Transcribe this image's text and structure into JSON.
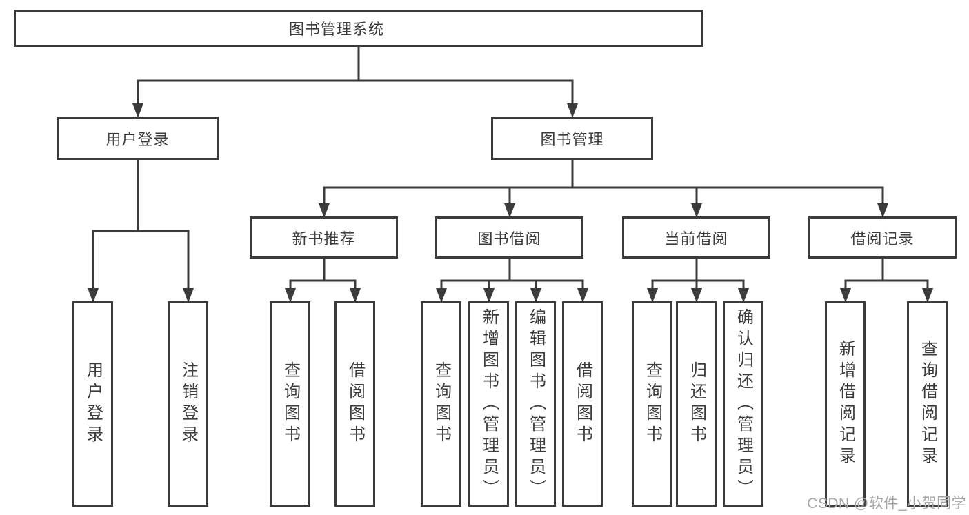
{
  "diagram": {
    "type": "tree",
    "tree": {
      "label": "图书管理系统",
      "children": [
        {
          "label": "用户登录",
          "children": [
            {
              "label": "用户登录"
            },
            {
              "label": "注销登录"
            }
          ]
        },
        {
          "label": "图书管理",
          "children": [
            {
              "label": "新书推荐",
              "children": [
                {
                  "label": "查询图书"
                },
                {
                  "label": "借阅图书"
                }
              ]
            },
            {
              "label": "图书借阅",
              "children": [
                {
                  "label": "查询图书"
                },
                {
                  "label": "新增图书（管理员）"
                },
                {
                  "label": "编辑图书（管理员）"
                },
                {
                  "label": "借阅图书"
                }
              ]
            },
            {
              "label": "当前借阅",
              "children": [
                {
                  "label": "查询图书"
                },
                {
                  "label": "归还图书"
                },
                {
                  "label": "确认归还（管理员）"
                }
              ]
            },
            {
              "label": "借阅记录",
              "children": [
                {
                  "label": "新增借阅记录"
                },
                {
                  "label": "查询借阅记录"
                }
              ]
            }
          ]
        }
      ]
    },
    "colors": {
      "line": "#3b3b3b",
      "text": "#3c3c3c",
      "background": "#ffffff",
      "watermark": "#a6a6a6"
    }
  },
  "watermark": "CSDN @软件_小贺同学"
}
